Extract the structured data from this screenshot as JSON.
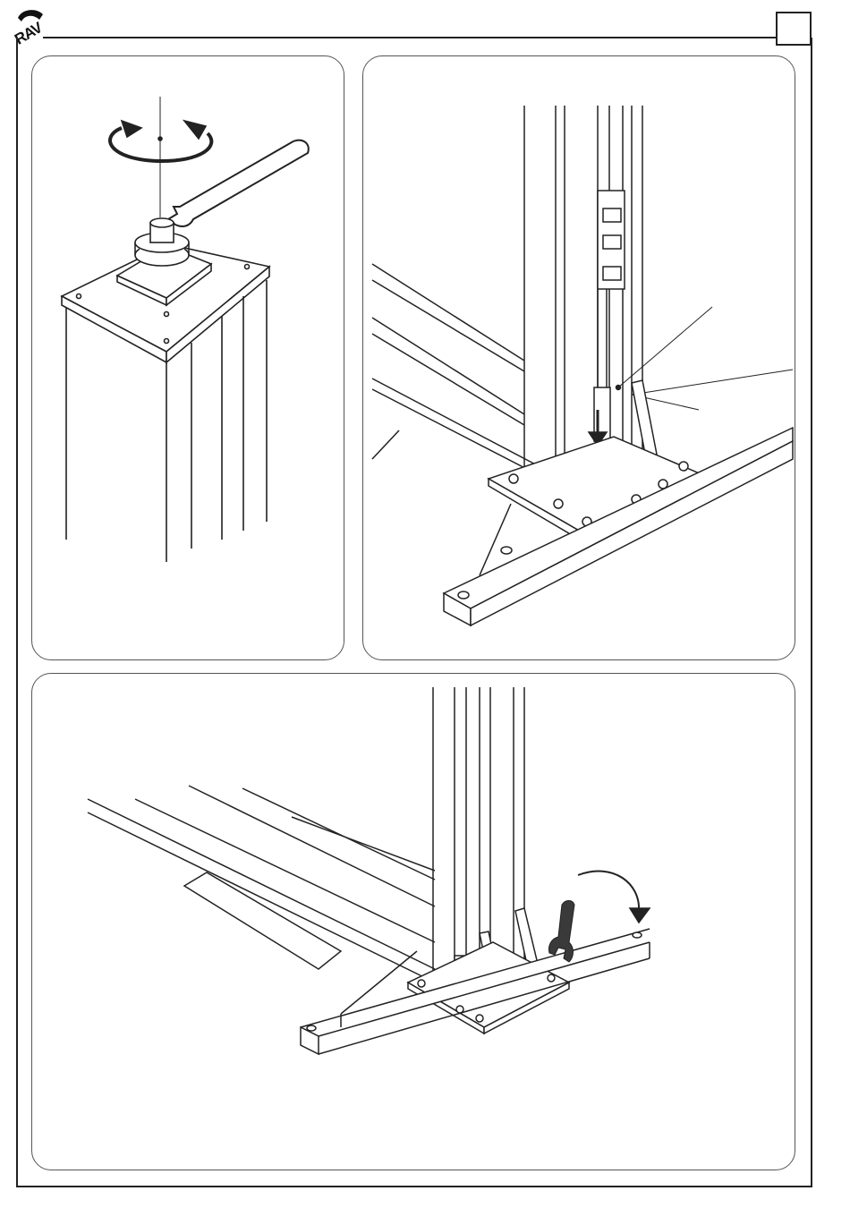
{
  "header": {
    "logo_text": "RAV",
    "page_number": ""
  },
  "figures": [
    {
      "id": "step-1",
      "description_icon": "wrench-tighten-nut"
    },
    {
      "id": "step-2",
      "description_icon": "column-base-plate"
    },
    {
      "id": "step-3",
      "description_icon": "wrench-tighten-base"
    }
  ],
  "colors": {
    "line": "#222222",
    "panel_border": "#555555",
    "wrench": "#3a3a3a"
  }
}
